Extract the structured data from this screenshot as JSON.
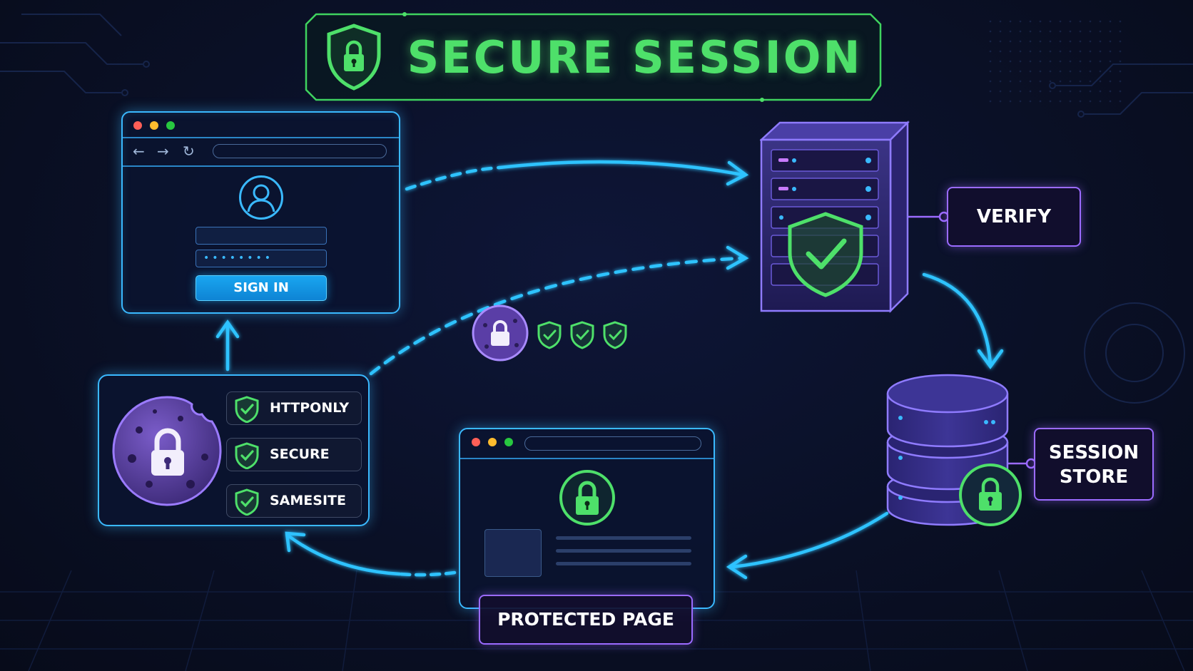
{
  "title": {
    "text": "SECURE SESSION",
    "icon": "lock-shield-icon"
  },
  "login": {
    "signin_label": "SIGN IN",
    "password_mask": "••••••••",
    "nav_icons": [
      "back-arrow-icon",
      "forward-arrow-icon",
      "reload-icon"
    ]
  },
  "cookie": {
    "icon": "locked-cookie-icon",
    "flags": [
      {
        "label": "HTTPONLY",
        "icon": "shield-check-icon"
      },
      {
        "label": "SECURE",
        "icon": "shield-check-icon"
      },
      {
        "label": "SAMESITE",
        "icon": "shield-check-icon"
      }
    ]
  },
  "server": {
    "verify_label": "VERIFY",
    "icon": "server-shield-check-icon"
  },
  "store": {
    "label_line1": "SESSION",
    "label_line2": "STORE",
    "icon": "database-lock-icon"
  },
  "page": {
    "protected_label": "PROTECTED PAGE",
    "icon": "lock-icon"
  },
  "colors": {
    "accent_blue": "#3ab9ff",
    "accent_green": "#4ee06a",
    "accent_purple": "#9b6bff",
    "background": "#0a1026"
  }
}
